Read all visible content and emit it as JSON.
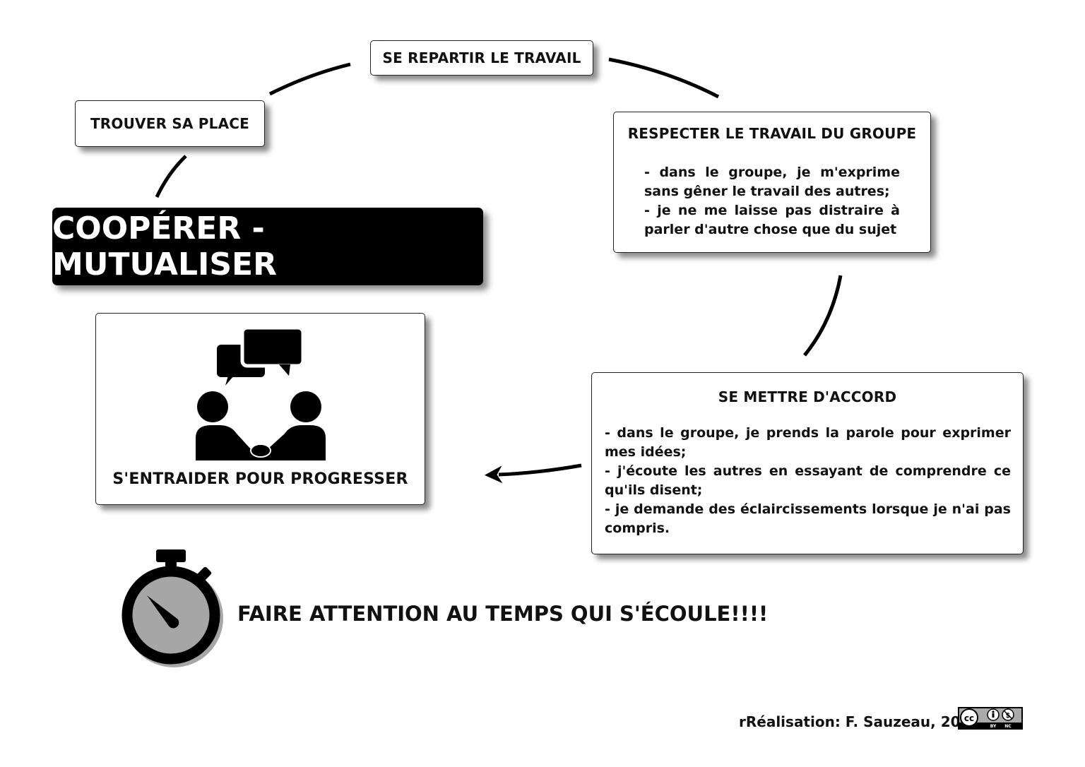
{
  "title": "COOPÉRER - MUTUALISER",
  "steps": {
    "trouver": {
      "title": "TROUVER SA PLACE"
    },
    "repartir": {
      "title": "SE REPARTIR LE TRAVAIL"
    },
    "respecter": {
      "title": "RESPECTER LE TRAVAIL DU GROUPE",
      "bullets": [
        "- dans le groupe, je m'exprime sans gêner le travail des autres;",
        "- je ne me laisse pas distraire à parler d'autre chose que du sujet"
      ]
    },
    "accord": {
      "title": "SE METTRE D'ACCORD",
      "bullets": [
        "- dans le groupe, je prends la parole pour exprimer mes idées;",
        "- j'écoute les autres en essayant de comprendre ce qu'ils disent;",
        "- je demande des éclaircissements lorsque je n'ai pas compris."
      ]
    },
    "entraider": {
      "title": "S'ENTRAIDER POUR PROGRESSER",
      "icon": "handshake-conversation-icon"
    }
  },
  "timer": {
    "text": "FAIRE ATTENTION AU TEMPS QUI S'ÉCOULE!!!!",
    "icon": "stopwatch-icon"
  },
  "credit": "rRéalisation: F. Sauzeau, 2016",
  "license": {
    "icon": "cc-by-nc-icon",
    "labels": [
      "BY",
      "NC"
    ]
  }
}
